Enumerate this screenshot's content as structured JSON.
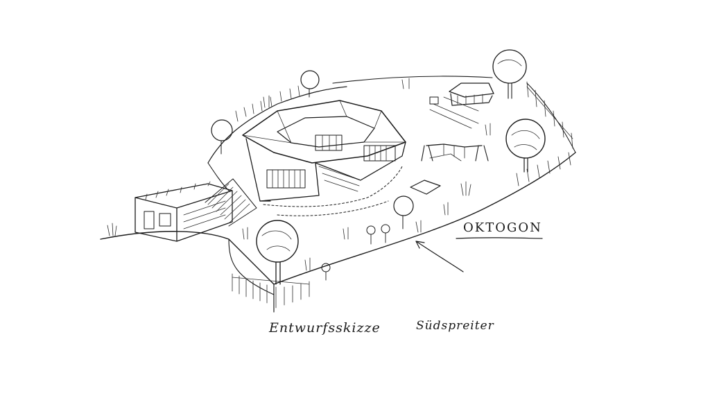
{
  "sketch": {
    "label": "OKTOGON",
    "caption": "Entwurfsskizze",
    "signature": "Südspreiter"
  },
  "colors": {
    "paper": "#ffffff",
    "ink": "#1a1a1a"
  }
}
